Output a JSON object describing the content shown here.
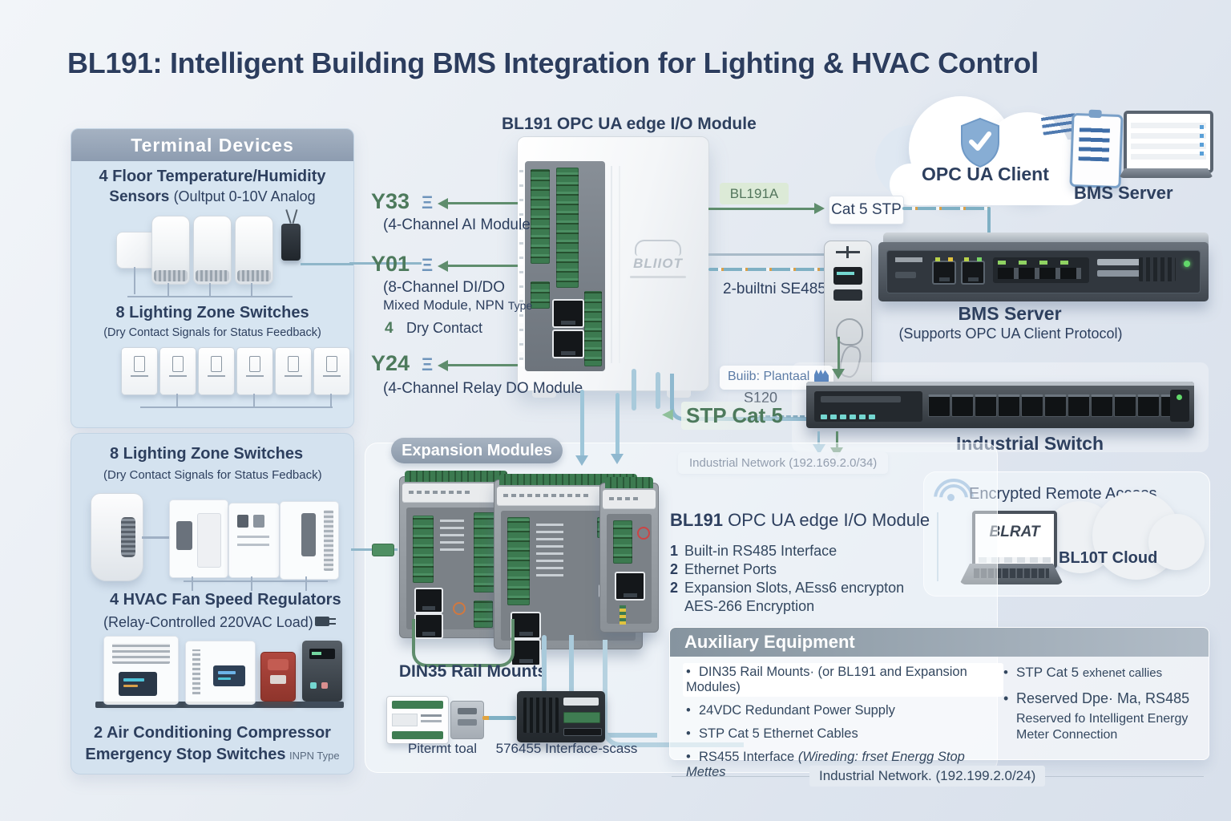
{
  "title": "BL191: Intelligent Building BMS Integration for Lighting & HVAC Control",
  "icons": {
    "connector": "Ξ",
    "left_triangle": "◀",
    "bullet": "•"
  },
  "terminal_box": {
    "header": "Terminal Devices",
    "sensors_line1": "4 Floor Temperature/Humidity",
    "sensors_bold2": "Sensors",
    "sensors_note": "(Oultput 0-10V Analog",
    "lighting_title": "8 Lighting Zone Switches",
    "lighting_note": "(Dry Contact Signals for Status Feedback)"
  },
  "field_box": {
    "lighting_title": "8 Lighting Zone Switches",
    "lighting_note": "(Dry Contact Signals for Status Fedback)",
    "hvac_title": "4 HVAC Fan Speed Regulators",
    "hvac_note": "(Relay-Controlled 220VAC Load)",
    "estop_line1": "2 Air Conditioning Compressor",
    "estop_line2": "Emergency Stop Switches",
    "estop_note": "INPN Type"
  },
  "module": {
    "heading": "BL191 OPC UA edge I/O Module",
    "brand": "BLIIOT",
    "y33": {
      "code": "Y33",
      "desc": "(4-Channel AI Module"
    },
    "y01": {
      "code": "Y01",
      "desc1": "(8-Channel DI/DO",
      "desc2": "Mixed Module, NPN ",
      "desc2_small": "Type",
      "dry_num": "4",
      "dry_text": "Dry Contact"
    },
    "y24": {
      "code": "Y24",
      "desc": "(4-Channel Relay DO Module"
    }
  },
  "cloud_top": {
    "opc_client": "OPC UA Client",
    "bms_server": "BMS Server"
  },
  "links": {
    "bl191a": "BL191A",
    "cat5_stp": "Cat 5 STP",
    "rs485": "2-builtni SE485",
    "badge_line1": "Buiib: Plantaal",
    "badge_line2": "S120",
    "stp_cat5": "STP Cat 5",
    "net_mid": "Industrial Network (192.169.2.0/34)"
  },
  "bms_rack": {
    "title": "BMS Server",
    "subtitle": "(Supports OPC UA Client Protocol)"
  },
  "industrial_switch": {
    "label": "Industrial Switch"
  },
  "remote": {
    "title": "Encrypted Remote Access",
    "laptop_screen": "BLRAT",
    "cloud": "BL10T Cloud"
  },
  "expansion": {
    "header": "Expansion Modules",
    "rail_label": "DIN35 Rail Mounts",
    "device1_label": "Pitermt toal",
    "device2_label": "576455 Interface-scass"
  },
  "specs": {
    "heading_bold": "BL191",
    "heading_rest": " OPC UA edge I/O Module",
    "items": [
      {
        "num": "1",
        "text": "Built-in RS485 Interface"
      },
      {
        "num": "2",
        "text": "Ethernet Ports"
      },
      {
        "num": "2",
        "text": "Expansion Slots, AEss6 encrypton"
      },
      {
        "num": "",
        "text": "AES-266 Encryption"
      }
    ]
  },
  "aux": {
    "header": "Auxiliary Equipment",
    "item1": "DIN35 Rail Mounts· (or BL191 and Expansion Modules)",
    "item2": "24VDC Redundant Power Supply",
    "item3": "STP Cat 5 Ethernet Cables",
    "item4_pre": "RS455 Interface ",
    "item4_italic": "(Wireding: frset Energg Stop Mettes",
    "right1_pre": "STP Cat 5 ",
    "right1_small": "exhenet callies",
    "right2": "Reserved Dpe· Ma, RS485",
    "right2_sub1": "Reserved fo Intelligent Energy",
    "right2_sub2": "Meter Connection"
  },
  "footer": {
    "network": "Industrial Network. (192.199.2.0/24)"
  },
  "colors": {
    "navy": "#2d3f5e",
    "green": "#4d7a5c",
    "teal": "#8fb6c9",
    "panel_header": "#93a2b4"
  }
}
